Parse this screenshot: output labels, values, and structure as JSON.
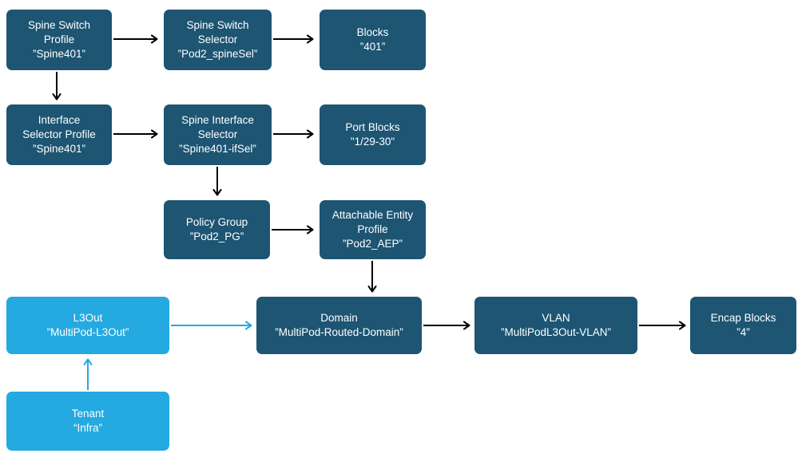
{
  "colors": {
    "node_dark": "#1D5573",
    "node_light": "#24A9E1",
    "arrow_dark": "#000000",
    "arrow_light": "#24A9E1",
    "text": "#FFFFFF",
    "background": "#FFFFFF"
  },
  "nodes": {
    "spine_switch_profile": {
      "title": "Spine Switch\nProfile",
      "value": "”Spine401”"
    },
    "spine_switch_selector": {
      "title": "Spine Switch\nSelector",
      "value": "”Pod2_spineSel”"
    },
    "blocks": {
      "title": "Blocks",
      "value": "”401”"
    },
    "interface_selector_profile": {
      "title": "Interface\nSelector Profile",
      "value": "”Spine401”"
    },
    "spine_interface_selector": {
      "title": "Spine Interface\nSelector",
      "value": "”Spine401-ifSel”"
    },
    "port_blocks": {
      "title": "Port Blocks",
      "value": "\"1/29-30\""
    },
    "policy_group": {
      "title": "Policy Group",
      "value": "”Pod2_PG”"
    },
    "attachable_entity_profile": {
      "title": "Attachable Entity\nProfile",
      "value": "”Pod2_AEP”"
    },
    "l3out": {
      "title": "L3Out",
      "value": "”MultiPod-L3Out”"
    },
    "domain": {
      "title": "Domain",
      "value": "”MultiPod-Routed-Domain”"
    },
    "vlan": {
      "title": "VLAN",
      "value": "”MultiPodL3Out-VLAN”"
    },
    "encap_blocks": {
      "title": "Encap Blocks",
      "value": "”4”"
    },
    "tenant": {
      "title": "Tenant",
      "value": "“Infra”"
    }
  }
}
